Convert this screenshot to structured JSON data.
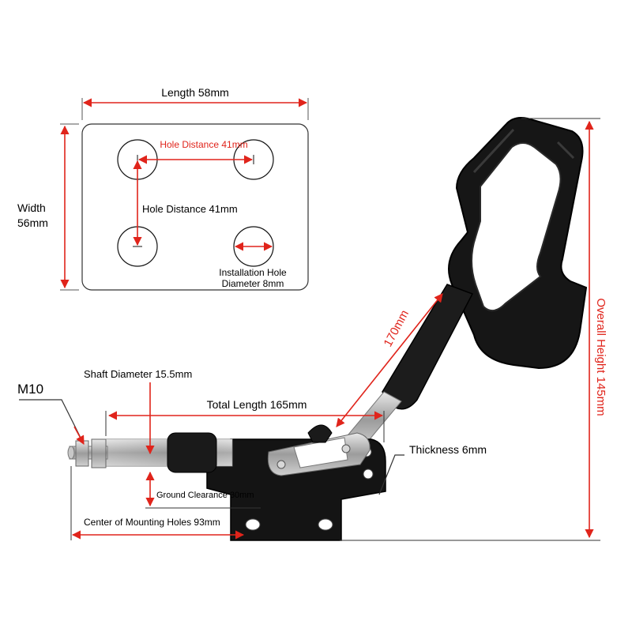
{
  "colors": {
    "dimension": "#e0241b",
    "label": "#000000",
    "rubber": "#151515",
    "steel": "#b8b8b8",
    "plate_outline": "#333333"
  },
  "plate": {
    "length": "Length 58mm",
    "width_line1": "Width",
    "width_line2": "56mm",
    "hole_distance_h": "Hole Distance 41mm",
    "hole_distance_v": "Hole Distance 41mm",
    "install_hole_line1": "Installation Hole",
    "install_hole_line2": "Diameter 8mm"
  },
  "clamp": {
    "m10": "M10",
    "shaft_diameter": "Shaft Diameter 15.5mm",
    "total_length": "Total Length 165mm",
    "handle_length": "170mm",
    "thickness": "Thickness 6mm",
    "ground_clearance": "Ground Clearance 30mm",
    "mount_center": "Center of Mounting Holes 93mm",
    "overall_height": "Overall Height 145mm"
  }
}
